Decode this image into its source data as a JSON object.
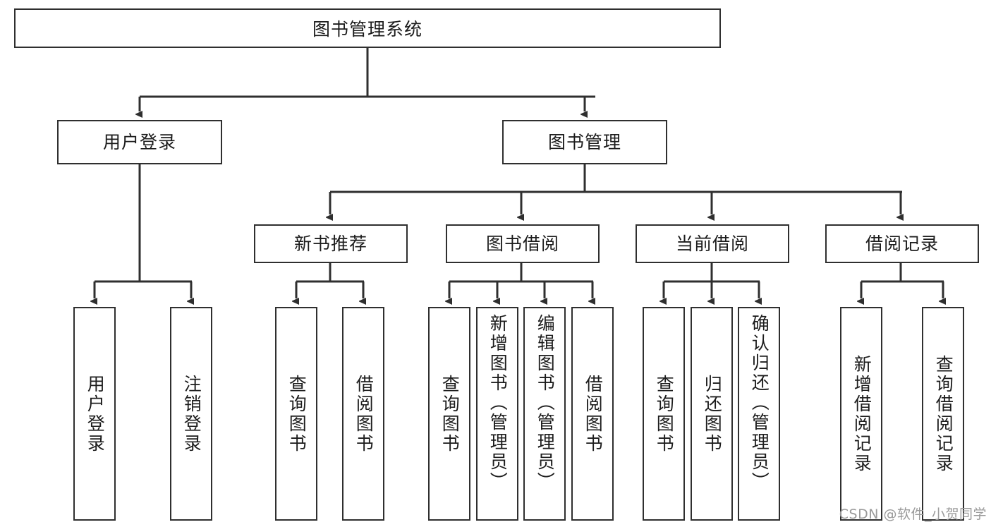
{
  "diagram": {
    "type": "tree-hierarchy-chart",
    "title": "图书管理系统",
    "line_color": "#2f2f2f",
    "box_fill": "#ffffff",
    "text_color": "#1c1c1c",
    "watermark": "CSDN @软件_小贺同学",
    "levels": {
      "level1": [
        {
          "id": "root",
          "label": "图书管理系统"
        }
      ],
      "level2": [
        {
          "id": "user-login",
          "label": "用户登录"
        },
        {
          "id": "book-manage",
          "label": "图书管理"
        }
      ],
      "level3": [
        {
          "id": "new-book-recommend",
          "label": "新书推荐"
        },
        {
          "id": "book-borrow",
          "label": "图书借阅"
        },
        {
          "id": "current-borrow",
          "label": "当前借阅"
        },
        {
          "id": "borrow-record",
          "label": "借阅记录"
        }
      ],
      "level4": [
        {
          "id": "leaf-user-login",
          "label": "用户登录",
          "parent": "user-login"
        },
        {
          "id": "leaf-logout-login",
          "label": "注销登录",
          "parent": "user-login"
        },
        {
          "id": "leaf-query-book-1",
          "label": "查询图书",
          "parent": "new-book-recommend"
        },
        {
          "id": "leaf-borrow-book-1",
          "label": "借阅图书",
          "parent": "new-book-recommend"
        },
        {
          "id": "leaf-query-book-2",
          "label": "查询图书",
          "parent": "book-borrow"
        },
        {
          "id": "leaf-add-book",
          "label": "新增图书（管理员）",
          "parent": "book-borrow"
        },
        {
          "id": "leaf-edit-book",
          "label": "编辑图书（管理员）",
          "parent": "book-borrow"
        },
        {
          "id": "leaf-borrow-book-2",
          "label": "借阅图书",
          "parent": "book-borrow"
        },
        {
          "id": "leaf-query-book-3",
          "label": "查询图书",
          "parent": "current-borrow"
        },
        {
          "id": "leaf-return-book",
          "label": "归还图书",
          "parent": "current-borrow"
        },
        {
          "id": "leaf-confirm-return",
          "label": "确认归还（管理员）",
          "parent": "current-borrow"
        },
        {
          "id": "leaf-add-record",
          "label": "新增借阅记录",
          "parent": "borrow-record"
        },
        {
          "id": "leaf-query-record",
          "label": "查询借阅记录",
          "parent": "borrow-record"
        }
      ]
    }
  }
}
